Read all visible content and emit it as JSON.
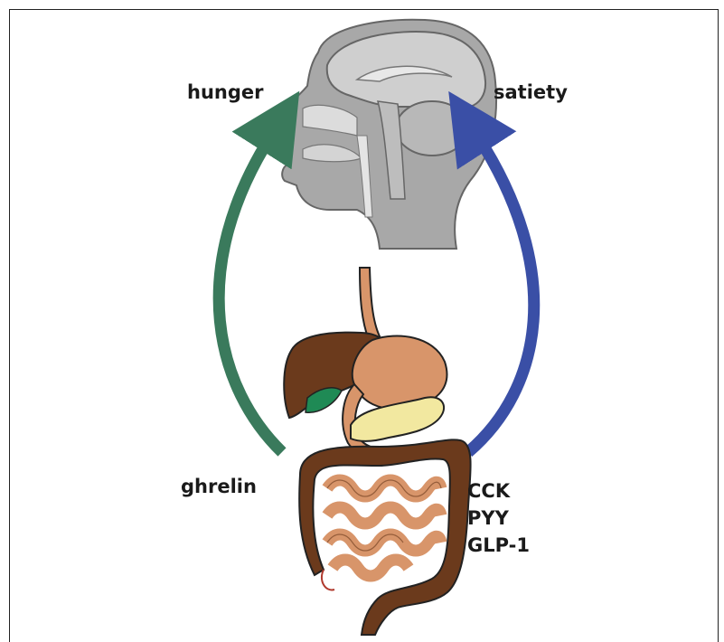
{
  "labels": {
    "hunger": "hunger",
    "satiety": "satiety",
    "ghrelin": "ghrelin",
    "gut_hormones": [
      "CCK",
      "PYY",
      "GLP-1"
    ]
  },
  "colors": {
    "hunger_arrow": "#3a7a5c",
    "satiety_arrow": "#3a4fa6",
    "brain": "#a8a8a8",
    "liver": "#6b3a1c",
    "stomach": "#d8956a",
    "gallbladder": "#1f8a55",
    "pancreas": "#f2e8a0",
    "colon": "#6b3a1c",
    "small_intestine": "#d8956a"
  }
}
